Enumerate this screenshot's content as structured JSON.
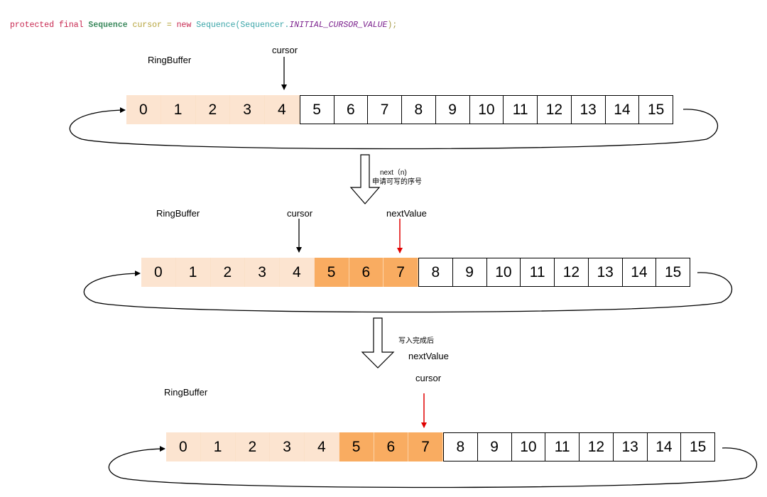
{
  "code": {
    "kw1": "protected final ",
    "type1": "Sequence",
    "var1": " cursor = ",
    "kw2": "new",
    "cls1": " Sequence(",
    "cls2": "Sequencer.",
    "const1": "INITIAL_CURSOR_VALUE",
    "punc1": ");"
  },
  "diagrams": [
    {
      "title": "RingBuffer",
      "cursor_label": "cursor",
      "cells": [
        "0",
        "1",
        "2",
        "3",
        "4",
        "5",
        "6",
        "7",
        "8",
        "9",
        "10",
        "11",
        "12",
        "13",
        "14",
        "15"
      ]
    },
    {
      "title": "RingBuffer",
      "cursor_label": "cursor",
      "next_value_label": "nextValue",
      "cells": [
        "0",
        "1",
        "2",
        "3",
        "4",
        "5",
        "6",
        "7",
        "8",
        "9",
        "10",
        "11",
        "12",
        "13",
        "14",
        "15"
      ]
    },
    {
      "title": "RingBuffer",
      "next_value_label": "nextValue",
      "cursor_label": "cursor",
      "cells": [
        "0",
        "1",
        "2",
        "3",
        "4",
        "5",
        "6",
        "7",
        "8",
        "9",
        "10",
        "11",
        "12",
        "13",
        "14",
        "15"
      ]
    }
  ],
  "transitions": [
    {
      "line1": "next（n)",
      "line2": "申请可写的序号"
    },
    {
      "line1": "写入完成后"
    }
  ],
  "colors": {
    "published": "#fce4d0",
    "claimed": "#f9ac61",
    "free": "#ffffff",
    "cursor_arrow": "#000000",
    "next_value_arrow": "#e00000"
  }
}
